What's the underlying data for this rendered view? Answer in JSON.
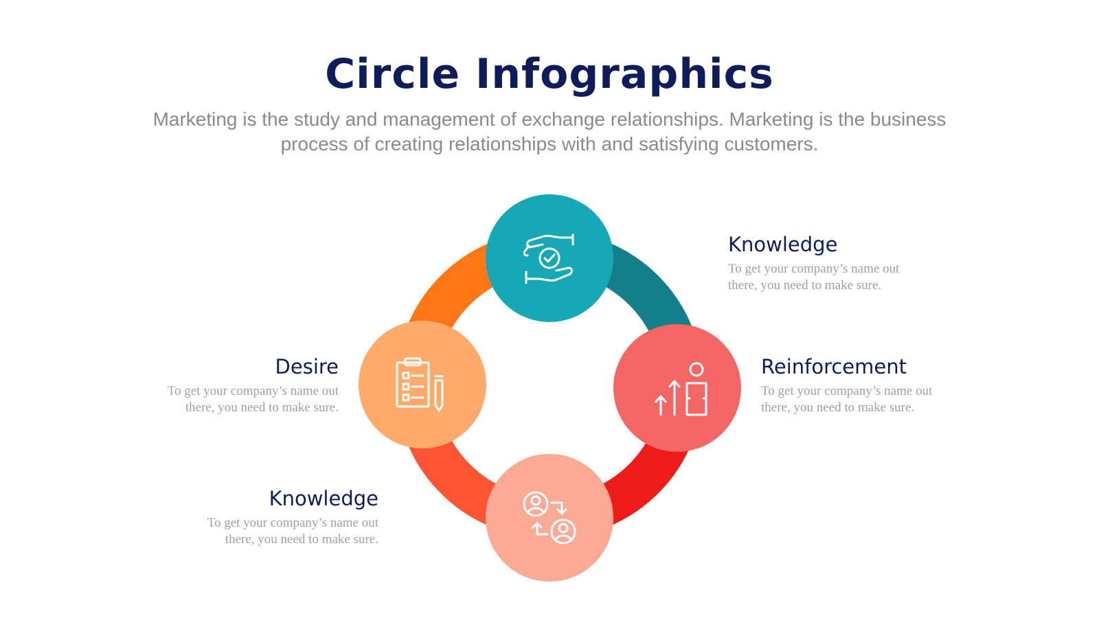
{
  "header": {
    "title": "Circle  Infographics",
    "subtitle": "Marketing is the study and management of exchange relationships. Marketing is the business process of creating relationships with and satisfying customers."
  },
  "colors": {
    "title": "#0f1c5c",
    "arc_top_left": "#fd7716",
    "arc_top_right": "#137f8a",
    "arc_bottom_right": "#ee1b1b",
    "arc_bottom_left": "#fd5534",
    "node_top": "#17a8b8",
    "node_right": "#f46665",
    "node_bottom": "#fca996",
    "node_left": "#fdaa6b"
  },
  "steps": [
    {
      "position": "top",
      "icon": "hands-check-icon",
      "heading": "Knowledge",
      "description": "To get your company’s name out there, you need to make sure."
    },
    {
      "position": "right",
      "icon": "growth-person-icon",
      "heading": "Reinforcement",
      "description": "To get your company’s name out there, you need to make sure."
    },
    {
      "position": "bottom",
      "icon": "user-exchange-icon",
      "heading": "Knowledge",
      "description": "To get your company’s name out there, you need to make sure."
    },
    {
      "position": "left",
      "icon": "clipboard-checklist-icon",
      "heading": "Desire",
      "description": "To get your company’s name out there, you need to make sure."
    }
  ]
}
